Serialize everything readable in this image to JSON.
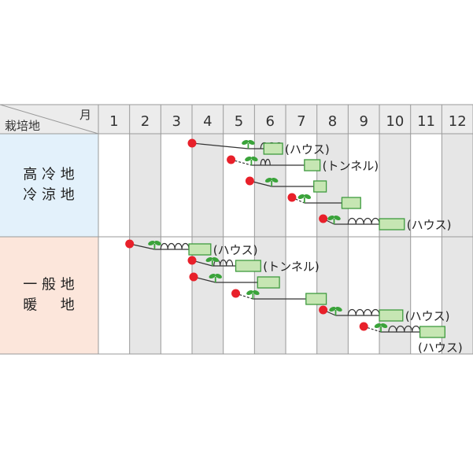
{
  "header": {
    "corner_label": "栽培地",
    "month_label": "月",
    "months": [
      "1",
      "2",
      "3",
      "4",
      "5",
      "6",
      "7",
      "8",
      "9",
      "10",
      "11",
      "12"
    ]
  },
  "regions": [
    {
      "label_lines": [
        "高 冷 地",
        "冷 涼 地"
      ],
      "color": "#e3f1fb"
    },
    {
      "label_lines": [
        "一 般 地",
        "暖 　 地"
      ],
      "color": "#fce6db"
    }
  ],
  "colors": {
    "sowing": "#e8202a",
    "seedling": "#3aa33a",
    "harvest_fill": "#c6e6b3",
    "harvest_stroke": "#3f9b3f",
    "gray_column": "#e6e6e6",
    "grid": "#9a9a9a"
  },
  "legend_icons": [
    "sowing-dot-icon",
    "seedling-sprout-icon",
    "tunnel-cover-icon",
    "harvest-box-icon"
  ],
  "schedule": [
    {
      "region": 0,
      "sow": 4.0,
      "plant": 5.8,
      "tunnel": [
        6.2,
        6.9
      ],
      "harvest": [
        6.3,
        6.9
      ],
      "dashed": false,
      "note": "(ハウス)"
    },
    {
      "region": 0,
      "sow": 5.25,
      "plant": 5.9,
      "tunnel": [
        6.2,
        6.5
      ],
      "harvest": [
        7.6,
        8.1
      ],
      "dashed": true,
      "note": "(トンネル)"
    },
    {
      "region": 0,
      "sow": 5.85,
      "plant": 6.55,
      "tunnel": null,
      "harvest": [
        7.9,
        8.3
      ],
      "dashed": false,
      "note": ""
    },
    {
      "region": 0,
      "sow": 7.2,
      "plant": 7.6,
      "tunnel": null,
      "harvest": [
        8.8,
        9.4
      ],
      "dashed": true,
      "note": ""
    },
    {
      "region": 0,
      "sow": 8.2,
      "plant": 8.55,
      "tunnel": [
        9.0,
        10.0
      ],
      "harvest": [
        10.0,
        10.8
      ],
      "dashed": false,
      "note": "(ハウス)"
    },
    {
      "region": 1,
      "sow": 2.0,
      "plant": 2.8,
      "tunnel": [
        3.0,
        3.9
      ],
      "harvest": [
        3.9,
        4.6
      ],
      "dashed": false,
      "note": "(ハウス)"
    },
    {
      "region": 1,
      "sow": 4.0,
      "plant": 4.65,
      "tunnel": [
        4.7,
        5.3
      ],
      "harvest": [
        5.4,
        6.2
      ],
      "dashed": false,
      "note": "(トンネル)"
    },
    {
      "region": 1,
      "sow": 4.05,
      "plant": 4.75,
      "tunnel": null,
      "harvest": [
        6.1,
        6.8
      ],
      "dashed": false,
      "note": ""
    },
    {
      "region": 1,
      "sow": 5.4,
      "plant": 5.95,
      "tunnel": null,
      "harvest": [
        7.65,
        8.3
      ],
      "dashed": true,
      "note": ""
    },
    {
      "region": 1,
      "sow": 8.2,
      "plant": 8.6,
      "tunnel": [
        9.0,
        10.0
      ],
      "harvest": [
        10.0,
        10.75
      ],
      "dashed": false,
      "note": "(ハウス)"
    },
    {
      "region": 1,
      "sow": 9.5,
      "plant": 10.05,
      "tunnel": [
        10.3,
        11.3
      ],
      "harvest": [
        11.3,
        12.1
      ],
      "dashed": true,
      "note": "(ハウス)"
    }
  ]
}
